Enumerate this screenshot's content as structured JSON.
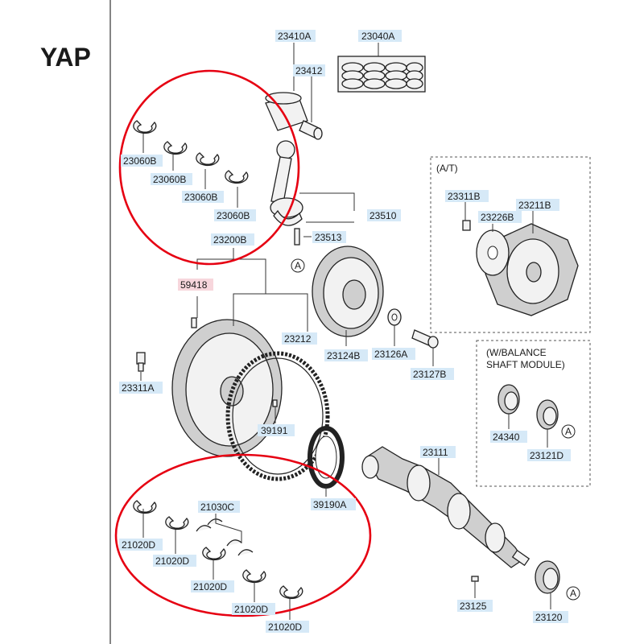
{
  "logo": {
    "text": "YAP",
    "color": "#1a1a1a",
    "accent": "#e8a317"
  },
  "colors": {
    "highlight_circle": "#e60012",
    "label_bg": "#d6e9f7",
    "label_bg_alt": "#f7d6dc"
  },
  "boxes": {
    "at": {
      "title": "(A/T)"
    },
    "balance": {
      "title_line1": "(W/BALANCE",
      "title_line2": "SHAFT MODULE)"
    }
  },
  "labels": {
    "p23410A": "23410A",
    "p23412": "23412",
    "p23040A": "23040A",
    "p23060B_1": "23060B",
    "p23060B_2": "23060B",
    "p23060B_3": "23060B",
    "p23060B_4": "23060B",
    "p23510": "23510",
    "p23513": "23513",
    "p23200B": "23200B",
    "p59418": "59418",
    "p23212": "23212",
    "p23124B": "23124B",
    "p23126A": "23126A",
    "p23127B": "23127B",
    "p23311A": "23311A",
    "p39191": "39191",
    "p39190A": "39190A",
    "p23111": "23111",
    "p23125": "23125",
    "p23120": "23120",
    "p21030C": "21030C",
    "p21020D_1": "21020D",
    "p21020D_2": "21020D",
    "p21020D_3": "21020D",
    "p21020D_4": "21020D",
    "p21020D_5": "21020D",
    "p23311B": "23311B",
    "p23211B": "23211B",
    "p23226B": "23226B",
    "p24340": "24340",
    "p23121D": "23121D"
  },
  "ref_markers": {
    "a1": "A",
    "a2": "A",
    "a3": "A"
  }
}
